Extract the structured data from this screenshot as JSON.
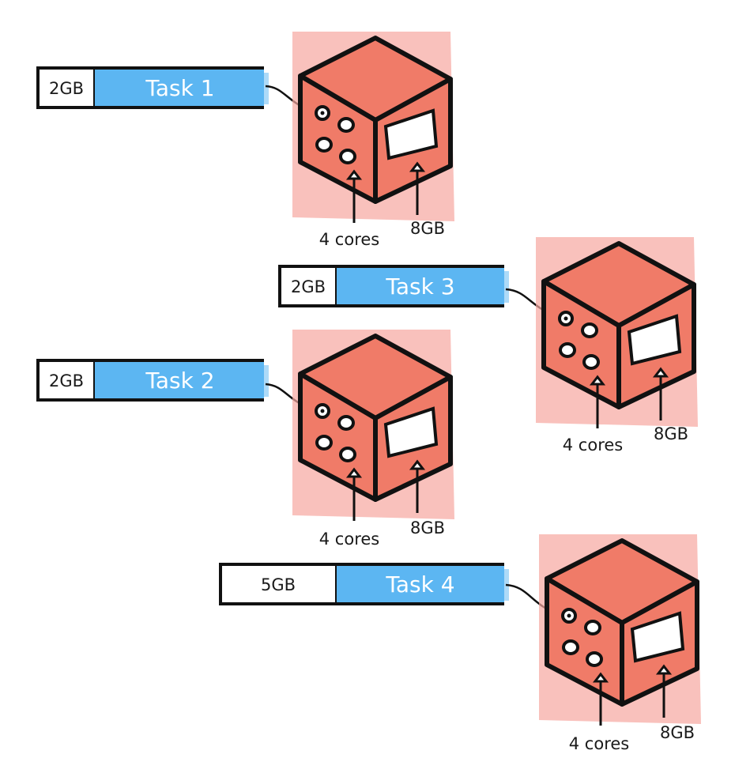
{
  "tasks": [
    {
      "name": "Task 1",
      "memory": "2GB"
    },
    {
      "name": "Task 2",
      "memory": "2GB"
    },
    {
      "name": "Task 3",
      "memory": "2GB"
    },
    {
      "name": "Task 4",
      "memory": "5GB"
    }
  ],
  "machines": [
    {
      "cores_label": "4 cores",
      "memory_label": "8GB"
    },
    {
      "cores_label": "4 cores",
      "memory_label": "8GB"
    },
    {
      "cores_label": "4 cores",
      "memory_label": "8GB"
    },
    {
      "cores_label": "4 cores",
      "memory_label": "8GB"
    }
  ],
  "colors": {
    "task_bar": "#5cb6f2",
    "machine_face": "#f07b68",
    "machine_glow": "#f6a7a0",
    "outline": "#111111"
  }
}
